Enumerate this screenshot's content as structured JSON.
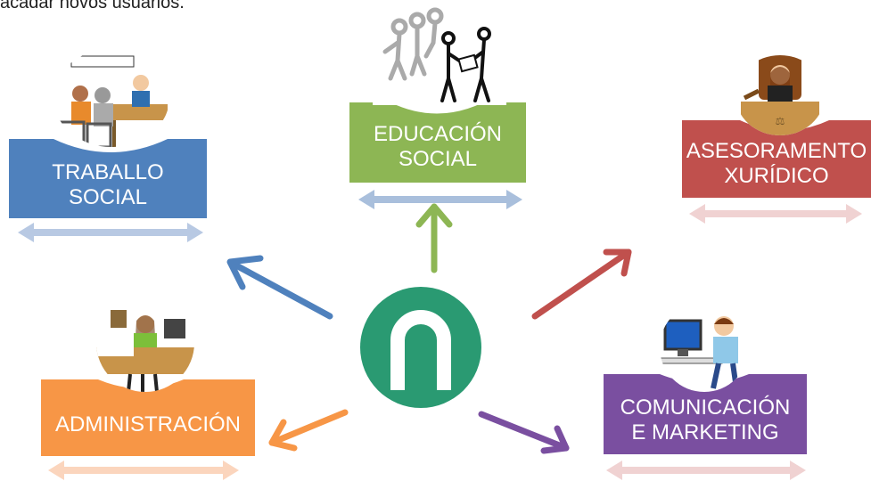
{
  "intro_text": "acadar novos usuarios.",
  "center": {
    "icon": "door-arch-logo-icon",
    "color": "#2a9a72"
  },
  "nodes": [
    {
      "id": "trabajo",
      "lines": [
        "TRABALLO",
        "SOCIAL"
      ],
      "color": "#4f81bd",
      "bar_color": "#b8c9e3",
      "icon": "social-worker-desk-icon"
    },
    {
      "id": "educacion",
      "lines": [
        "EDUCACIÓN",
        "SOCIAL"
      ],
      "color": "#8db654",
      "bar_color": "#a9bfdc",
      "icon": "group-handshake-icon"
    },
    {
      "id": "asesoramento",
      "lines": [
        "ASESORAMENTO",
        "XURÍDICO"
      ],
      "color": "#c0504d",
      "bar_color": "#f0d2d2",
      "icon": "judge-gavel-icon"
    },
    {
      "id": "administracion",
      "lines": [
        "ADMINISTRACIÓN"
      ],
      "color": "#f79646",
      "bar_color": "#fbd5bd",
      "icon": "administration-desk-icon"
    },
    {
      "id": "comunicacion",
      "lines": [
        "COMUNICACIÓN",
        "E MARKETING"
      ],
      "color": "#7a4fa0",
      "bar_color": "#f0d2d2",
      "icon": "computer-user-icon"
    }
  ]
}
